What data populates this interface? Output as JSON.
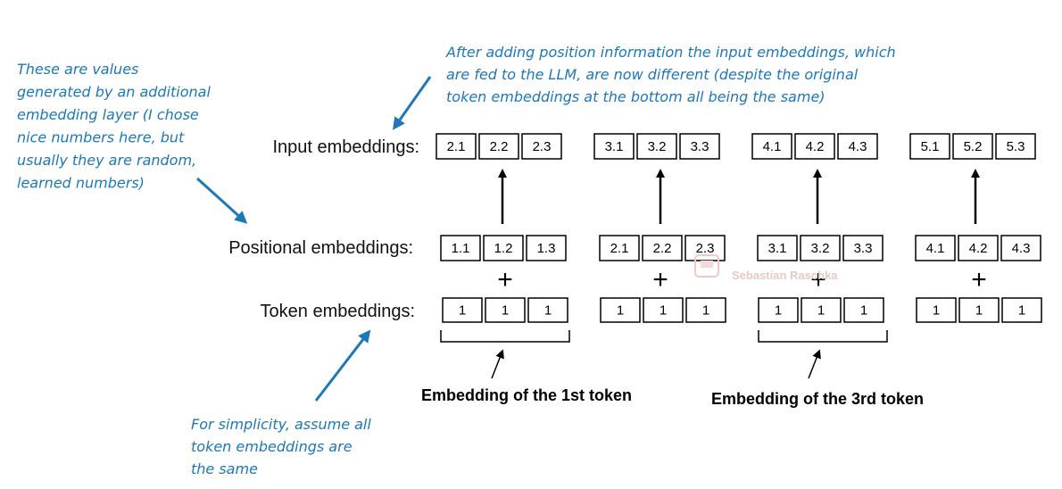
{
  "rows": {
    "input": {
      "label": "Input embeddings:",
      "tokens": [
        [
          "2.1",
          "2.2",
          "2.3"
        ],
        [
          "3.1",
          "3.2",
          "3.3"
        ],
        [
          "4.1",
          "4.2",
          "4.3"
        ],
        [
          "5.1",
          "5.2",
          "5.3"
        ]
      ]
    },
    "positional": {
      "label": "Positional embeddings:",
      "tokens": [
        [
          "1.1",
          "1.2",
          "1.3"
        ],
        [
          "2.1",
          "2.2",
          "2.3"
        ],
        [
          "3.1",
          "3.2",
          "3.3"
        ],
        [
          "4.1",
          "4.2",
          "4.3"
        ]
      ]
    },
    "token": {
      "label": "Token embeddings:",
      "tokens": [
        [
          "1",
          "1",
          "1"
        ],
        [
          "1",
          "1",
          "1"
        ],
        [
          "1",
          "1",
          "1"
        ],
        [
          "1",
          "1",
          "1"
        ]
      ]
    }
  },
  "plus_symbol": "+",
  "annotations": {
    "top_note": [
      "After adding position information the input embeddings, which",
      "are fed to the LLM, are now different (despite the original",
      "token embeddings at the bottom all being the same)"
    ],
    "left_note": [
      "These are values",
      "generated by an additional",
      "embedding layer (I chose",
      "nice numbers here, but",
      "usually they are random,",
      "learned numbers)"
    ],
    "bottom_note": [
      "For simplicity, assume all",
      "token embeddings are",
      "the same"
    ]
  },
  "captions": {
    "first": "Embedding of the 1st token",
    "third": "Embedding of the 3rd token"
  },
  "watermark": "Sebastian Raschka",
  "colors": {
    "annotation": "#1c78b8",
    "watermark": "#e6c9c9"
  }
}
